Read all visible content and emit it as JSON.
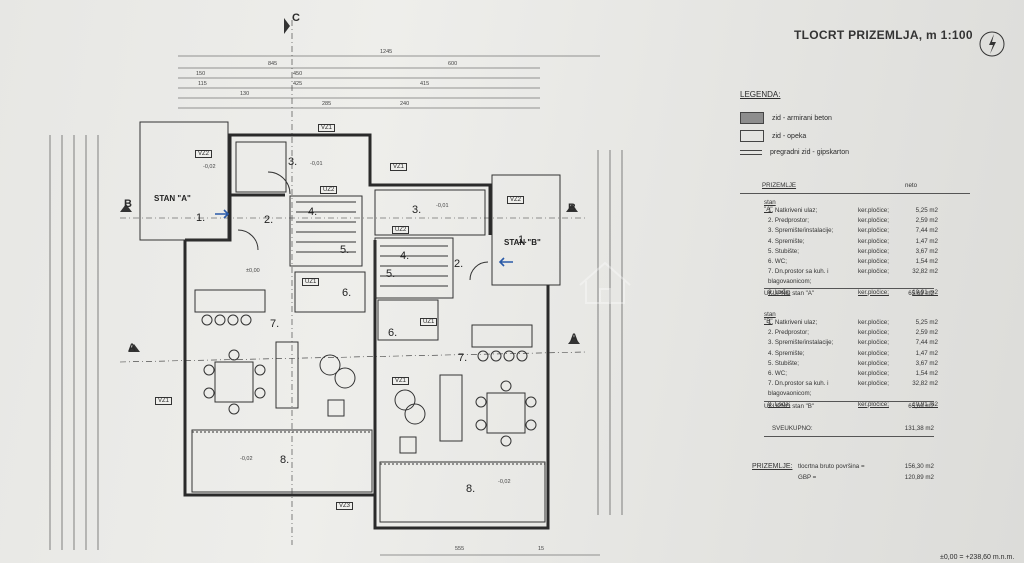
{
  "title": "TLOCRT PRIZEMLJA, m 1:100",
  "legend": {
    "heading": "LEGENDA:",
    "items": [
      "zid - armirani beton",
      "zid - opeka",
      "pregradni zid - gipskarton"
    ]
  },
  "table": {
    "section": "PRIZEMLJE",
    "col_net": "neto",
    "stan_a": {
      "heading": "stan \"A\"",
      "rows": [
        {
          "name": "1. Natkriveni ulaz;",
          "finish": "ker.pločice;",
          "area": "5,25 m2"
        },
        {
          "name": "2. Predprostor;",
          "finish": "ker.pločice;",
          "area": "2,59 m2"
        },
        {
          "name": "3. Spremište/instalacije;",
          "finish": "ker.pločice;",
          "area": "7,44 m2"
        },
        {
          "name": "4. Spremište;",
          "finish": "ker.pločice;",
          "area": "1,47 m2"
        },
        {
          "name": "5. Stubište;",
          "finish": "ker.pločice;",
          "area": "3,67 m2"
        },
        {
          "name": "6. WC;",
          "finish": "ker.pločice;",
          "area": "1,54 m2"
        },
        {
          "name": "7. Dn.prostor sa kuh. i",
          "finish": "ker.pločice;",
          "area": "32,82 m2"
        },
        {
          "name": "blagovaonicom;",
          "finish": "",
          "area": ""
        },
        {
          "name": "8. Lođa;",
          "finish": "ker.pločice;",
          "area": "10,91 m2"
        }
      ],
      "total_label": "UKUPNO stan \"A\"",
      "total": "65,69 m2"
    },
    "stan_b": {
      "heading": "stan \"B\"",
      "rows": [
        {
          "name": "1. Natkriveni ulaz;",
          "finish": "ker.pločice;",
          "area": "5,25 m2"
        },
        {
          "name": "2. Predprostor;",
          "finish": "ker.pločice;",
          "area": "2,59 m2"
        },
        {
          "name": "3. Spremište/instalacije;",
          "finish": "ker.pločice;",
          "area": "7,44 m2"
        },
        {
          "name": "4. Spremište;",
          "finish": "ker.pločice;",
          "area": "1,47 m2"
        },
        {
          "name": "5. Stubište;",
          "finish": "ker.pločice;",
          "area": "3,67 m2"
        },
        {
          "name": "6. WC;",
          "finish": "ker.pločice;",
          "area": "1,54 m2"
        },
        {
          "name": "7. Dn.prostor sa kuh. i",
          "finish": "ker.pločice;",
          "area": "32,82 m2"
        },
        {
          "name": "blagovaonicom;",
          "finish": "",
          "area": ""
        },
        {
          "name": "8. Lođa;",
          "finish": "ker.pločice;",
          "area": "10,91 m2"
        }
      ],
      "total_label": "UKUPNO stan \"B\"",
      "total": "65,69 m2"
    },
    "grand_label": "SVEUKUPNO:",
    "grand_total": "131,38 m2",
    "footer_section": "PRIZEMLJE:",
    "footer_rows": [
      {
        "label": "tlocrtna bruto površina =",
        "value": "156,30 m2"
      },
      {
        "label": "GBP =",
        "value": "120,89 m2"
      }
    ]
  },
  "plan": {
    "stan_a": "STAN \"A\"",
    "stan_b": "STAN \"B\"",
    "section_a": "A",
    "section_b": "B",
    "section_c": "C",
    "elevation": "±0,00 = +238,60 m.n.m.",
    "tags": [
      "VZ1",
      "VZ2",
      "UZ1",
      "UZ2",
      "VZ3"
    ],
    "top_dims": [
      "1245",
      "845",
      "600",
      "450",
      "425",
      "415",
      "150",
      "115",
      "240",
      "130",
      "285"
    ],
    "bottom_dims": [
      "555",
      "15"
    ],
    "levels": [
      "-0,01",
      "-0,02",
      "±0,00",
      "-0,02"
    ]
  }
}
